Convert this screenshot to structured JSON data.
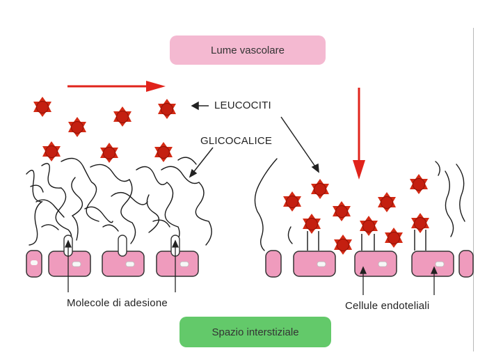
{
  "title_top": "Lume vascolare",
  "title_bottom": "Spazio interstiziale",
  "labels": {
    "leucociti": "LEUCOCITI",
    "glicocalice": "GLICOCALICE",
    "molecole": "Molecole di adesione",
    "cellule": "Cellule endoteliali"
  },
  "colors": {
    "pink_pill": "#f4b9d1",
    "green_pill": "#63c96a",
    "leukocyte": "#d42a14",
    "arrow_red": "#e0231b",
    "cell_fill": "#ef9bbd",
    "cell_stroke": "#333333"
  }
}
